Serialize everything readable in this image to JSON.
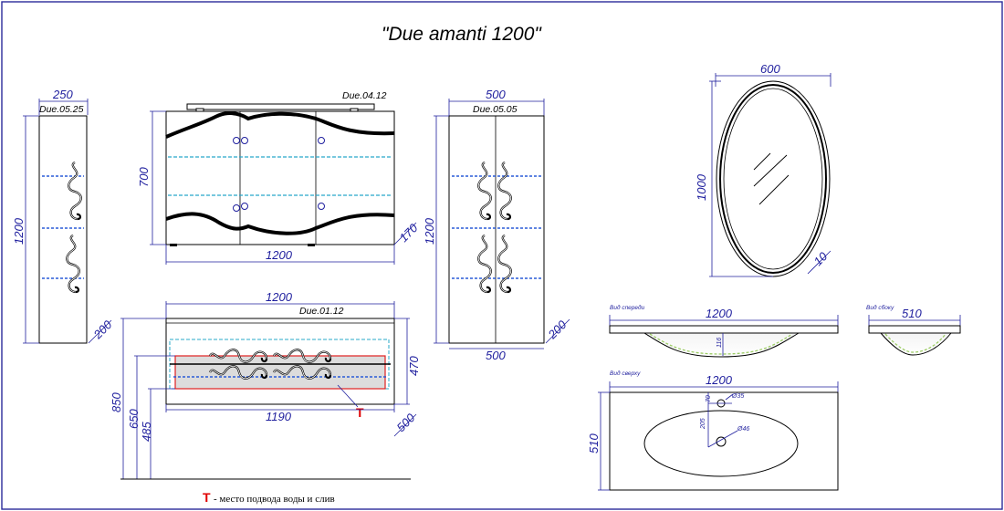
{
  "title": "\"Due amanti 1200\"",
  "cabinet_left": {
    "code": "Due.05.25",
    "width": "250",
    "height": "1200",
    "depth": "200"
  },
  "mirror_cabinet": {
    "code": "Due.04.12",
    "height": "700",
    "width": "1200",
    "shelf_offset": "170"
  },
  "cabinet_right": {
    "code": "Due.05.05",
    "width_top": "500",
    "width_bottom": "500",
    "height": "1200",
    "depth": "200"
  },
  "mirror": {
    "width": "600",
    "height": "1000",
    "depth": "10"
  },
  "vanity": {
    "code": "Due.01.12",
    "width": "1200",
    "inner_width": "1190",
    "front_height": "470",
    "depth": "500",
    "total_height": "850",
    "drawer_height": "650",
    "plinth_height": "485"
  },
  "basin_front": {
    "label": "Вид спереди",
    "width": "1200",
    "depth": "116"
  },
  "basin_side": {
    "label": "Вид сбоку",
    "width": "510"
  },
  "basin_top": {
    "label": "Вид сверху",
    "width": "1200",
    "depth": "510",
    "hole_offset": "70",
    "hole_diameter": "Ø35",
    "drain_offset": "205",
    "drain_diameter": "Ø46"
  },
  "legend": {
    "mark": "T",
    "text": "- место подвода воды и слив"
  },
  "colors": {
    "dimension": "#1f1f9e",
    "shelf": "#2a5bd7",
    "glass": "#27a8c9",
    "plumbing": "#e00000",
    "basin": "#9ccc65"
  }
}
